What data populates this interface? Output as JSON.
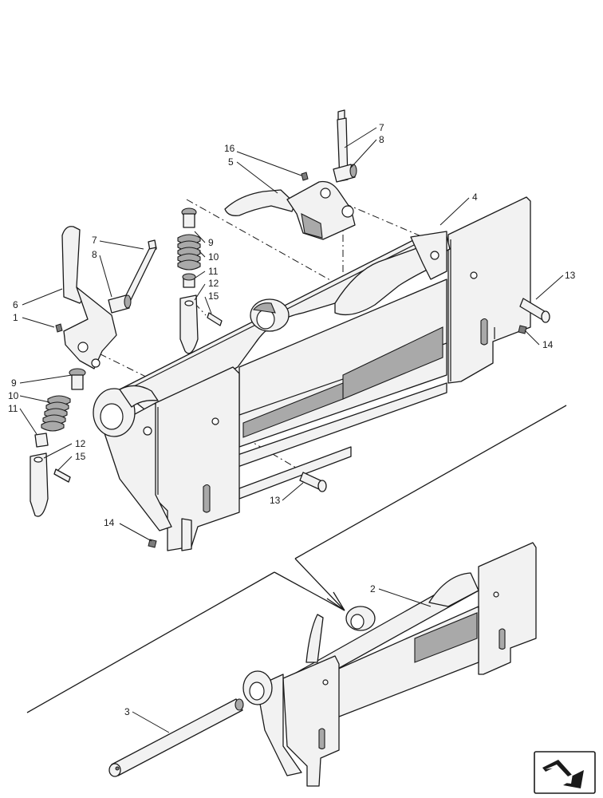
{
  "callouts": {
    "c1": "1",
    "c2": "2",
    "c3": "3",
    "c4": "4",
    "c5": "5",
    "c6": "6",
    "c7a": "7",
    "c7b": "7",
    "c8a": "8",
    "c8b": "8",
    "c9a": "9",
    "c9b": "9",
    "c10a": "10",
    "c10b": "10",
    "c11a": "11",
    "c11b": "11",
    "c12a": "12",
    "c12b": "12",
    "c13a": "13",
    "c13b": "13",
    "c14a": "14",
    "c14b": "14",
    "c15a": "15",
    "c15b": "15",
    "c16": "16"
  },
  "nav_icon": "next-page-arrow-icon"
}
